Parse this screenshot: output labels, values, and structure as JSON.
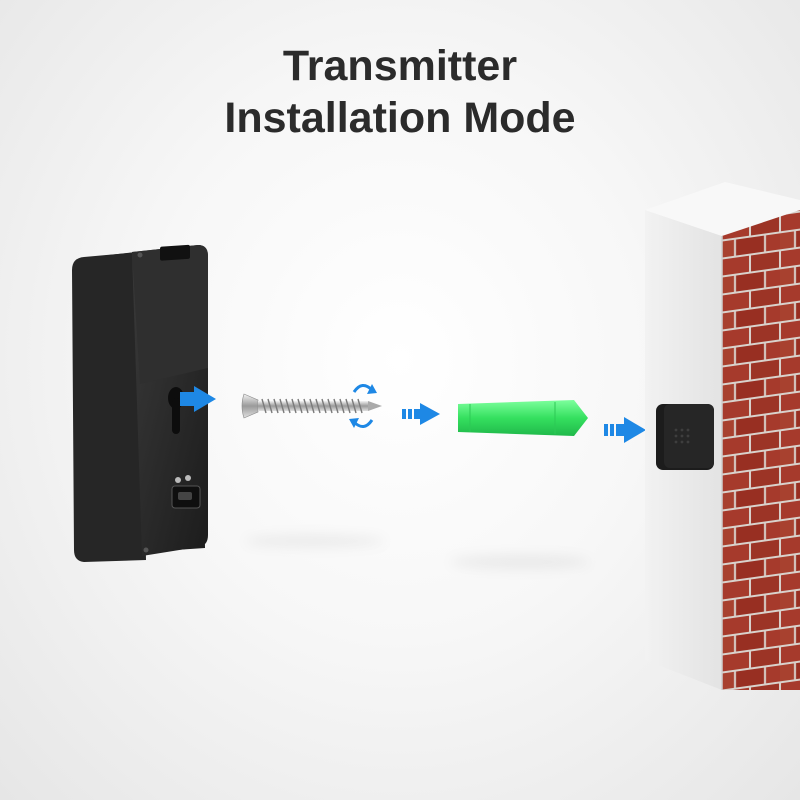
{
  "title": {
    "line1": "Transmitter",
    "line2": "Installation Mode"
  },
  "colors": {
    "arrow": "#1e88e5",
    "anchor": "#3ee86a",
    "brick": "#a63a2c",
    "mortar": "#d9d2cc",
    "device": "#2a2a2a"
  },
  "icons": [
    "transmitter-device",
    "screw",
    "rotate-icon",
    "wall-anchor",
    "mounted-transmitter",
    "brick-wall",
    "arrow-right-icon"
  ]
}
